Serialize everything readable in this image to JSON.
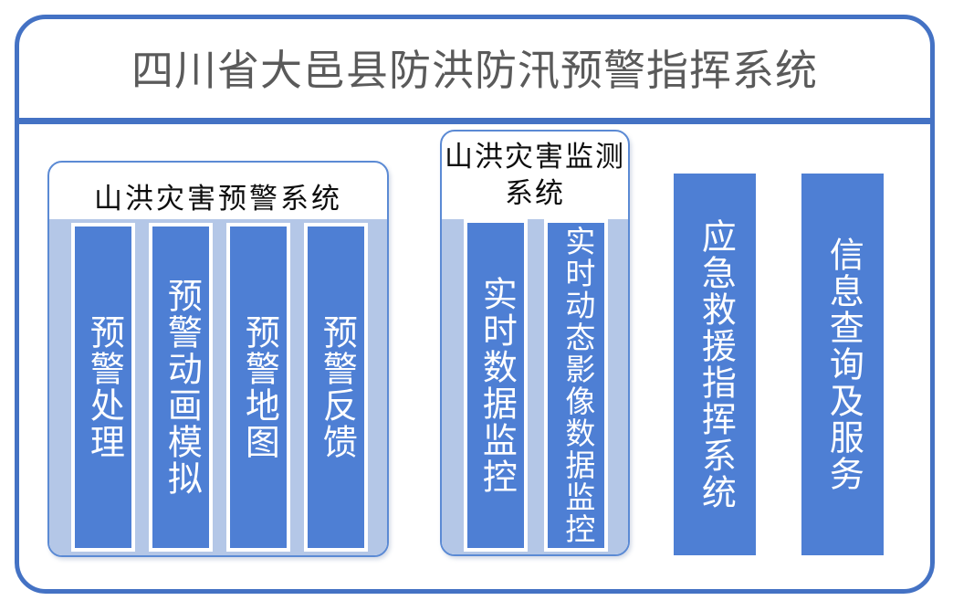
{
  "header": {
    "title": "四川省大邑县防洪防汛预警指挥系统",
    "title_color": "#5a5a5a",
    "divider_color": "#4472c4"
  },
  "theme": {
    "frame_color": "#4472c4",
    "group_border_color": "#5b8ad4",
    "group_fill_color": "#b4c7e7",
    "tile_color": "#4e7fd4",
    "tile_border_color": "#ffffff",
    "tile_text_color": "#ffffff"
  },
  "groups": [
    {
      "id": "warning",
      "header": "山洪灾害预警系统",
      "items": [
        {
          "label": "预警处理"
        },
        {
          "label": "预警动画模拟"
        },
        {
          "label": "预警地图"
        },
        {
          "label": "预警反馈"
        }
      ]
    },
    {
      "id": "monitor",
      "header": "山洪灾害监测系统",
      "items": [
        {
          "label": "实时数据监控"
        },
        {
          "label": "实时动态影像数据监控"
        }
      ]
    }
  ],
  "panels": [
    {
      "id": "emergency",
      "label": "应急救援指挥系统"
    },
    {
      "id": "information",
      "label": "信息查询及服务"
    }
  ]
}
